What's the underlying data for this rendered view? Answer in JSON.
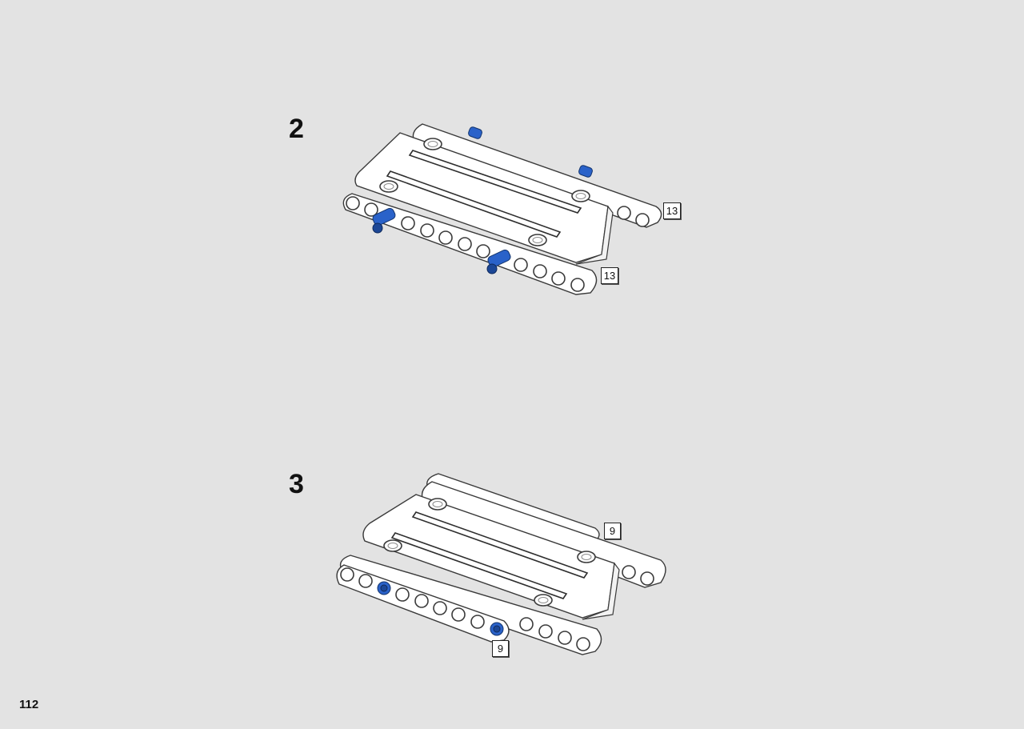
{
  "steps": [
    {
      "number": "2",
      "callouts": [
        "13",
        "13"
      ]
    },
    {
      "number": "3",
      "callouts": [
        "9",
        "9"
      ]
    }
  ],
  "page_number": "112",
  "colors": {
    "background": "#e3e3e3",
    "pin_blue": "#2a62c9",
    "beam_white": "#ffffff"
  }
}
